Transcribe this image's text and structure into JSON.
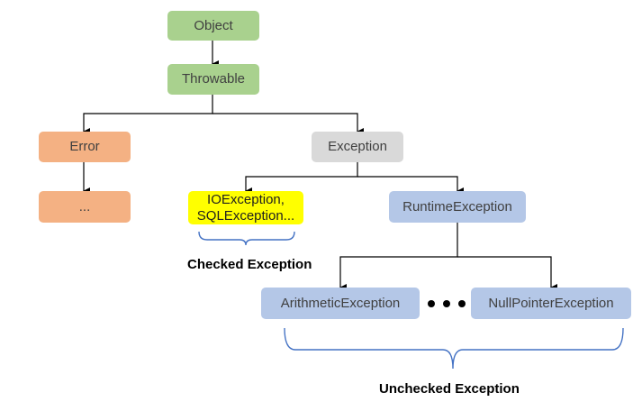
{
  "nodes": {
    "object": "Object",
    "throwable": "Throwable",
    "error": "Error",
    "error_child": "...",
    "exception": "Exception",
    "io_sql": "IOException,\nSQLException...",
    "runtime": "RuntimeException",
    "arithmetic": "ArithmeticException",
    "nullpointer": "NullPointerException"
  },
  "labels": {
    "checked": "Checked Exception",
    "unchecked": "Unchecked Exception"
  },
  "colors": {
    "root_nodes": "#a9d18e",
    "error_nodes": "#f4b183",
    "exception_node": "#d9d9d9",
    "runtime_nodes": "#b4c7e7",
    "checked_highlight": "#ffff00",
    "brace": "#4472c4"
  }
}
